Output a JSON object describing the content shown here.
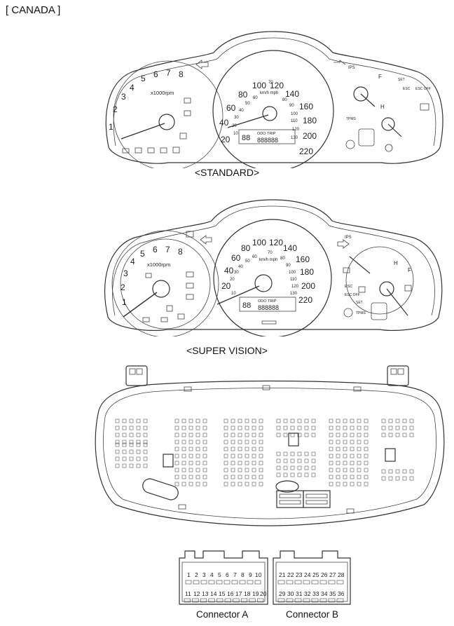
{
  "page_title": "[ CANADA ]",
  "standard": {
    "caption": "<STANDARD>",
    "tach_unit": "x1000rpm",
    "tach_ticks": [
      "1",
      "2",
      "3",
      "4",
      "5",
      "6",
      "7",
      "8"
    ],
    "speed_kmh": [
      "20",
      "40",
      "60",
      "80",
      "100",
      "120",
      "140",
      "160",
      "180",
      "200",
      "220"
    ],
    "speed_mph_unit": "km/h mph",
    "speed_mph": [
      "10",
      "20",
      "30",
      "40",
      "50",
      "60",
      "70",
      "80",
      "90",
      "100",
      "110",
      "120",
      "130"
    ],
    "odo_text": "ODO TRIP",
    "odo_digits": "888888",
    "left_digits": "88",
    "labels": {
      "fuel": "F",
      "temp": "H",
      "ips": "IPS",
      "esc": "ESC",
      "esc_off": "ESC OFF",
      "set": "SET",
      "tpms": "TPMS"
    }
  },
  "super_vision": {
    "caption": "<SUPER VISION>",
    "tach_unit": "x1000rpm",
    "tach_ticks": [
      "1",
      "2",
      "3",
      "4",
      "5",
      "6",
      "7",
      "8"
    ],
    "speed_kmh": [
      "20",
      "40",
      "60",
      "80",
      "100",
      "120",
      "140",
      "160",
      "180",
      "200",
      "220"
    ],
    "speed_mph_unit": "km/h mph",
    "speed_mph": [
      "10",
      "20",
      "30",
      "40",
      "50",
      "60",
      "70",
      "80",
      "90",
      "100",
      "110",
      "120",
      "130"
    ],
    "odo_text": "ODO TRIP",
    "odo_digits": "888888",
    "left_digits": "88",
    "labels": {
      "fuel": "F",
      "temp": "H",
      "ips": "IPS",
      "esc": "ESC",
      "esc_off": "ESC OFF",
      "set": "SET",
      "tpms": "TPMS"
    }
  },
  "connectors": {
    "a": {
      "label": "Connector A",
      "row1": [
        "1",
        "2",
        "3",
        "4",
        "5",
        "6",
        "7",
        "8",
        "9",
        "10"
      ],
      "row2": [
        "11",
        "12",
        "13",
        "14",
        "15",
        "16",
        "17",
        "18",
        "19",
        "20"
      ]
    },
    "b": {
      "label": "Connector B",
      "row1": [
        "21",
        "22",
        "23",
        "24",
        "25",
        "26",
        "27",
        "28"
      ],
      "row2": [
        "29",
        "30",
        "31",
        "32",
        "33",
        "34",
        "35",
        "36"
      ]
    }
  }
}
